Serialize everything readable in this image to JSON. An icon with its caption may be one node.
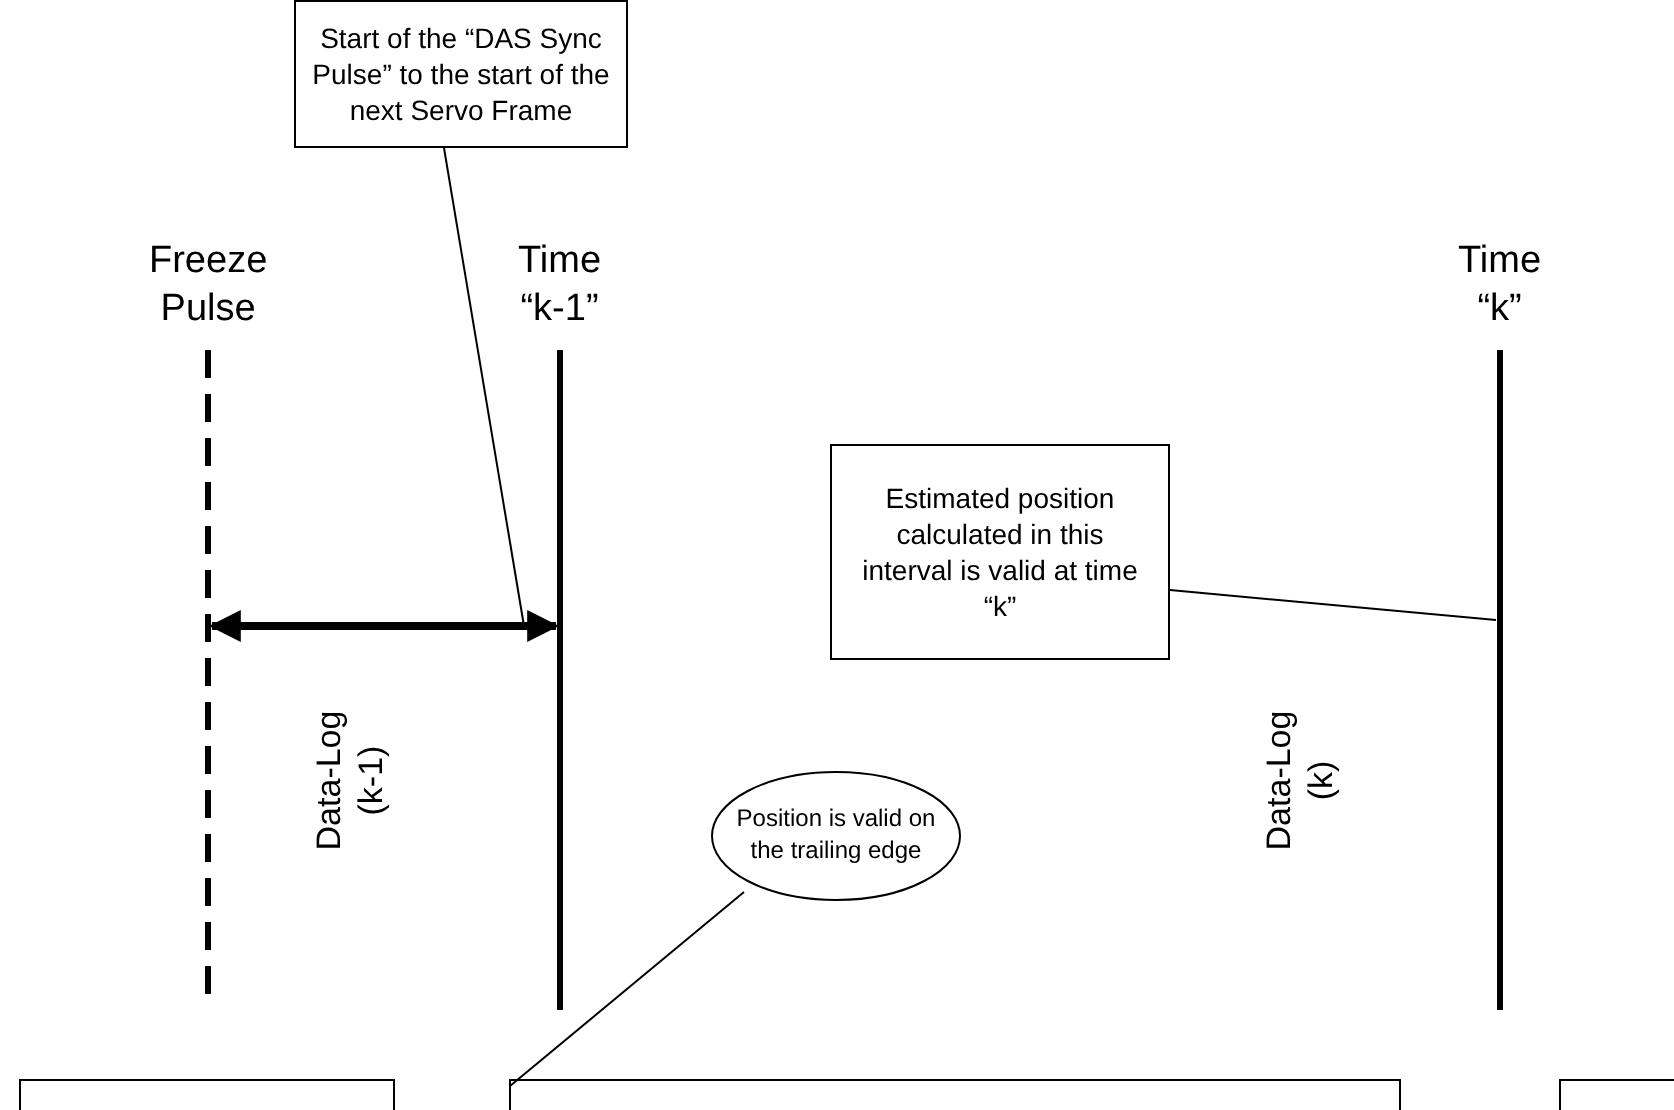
{
  "diagram": {
    "nodes": [
      {
        "text": [
          "Start of the “DAS Sync Pulse” to the start of the next Servo Frame"
        ]
      },
      {
        "text": [],
        "shape": "bar",
        "beside": [
          "Freeze Pulse"
        ]
      },
      {
        "text": [],
        "shape": "bar",
        "beside": [
          "Time “k-1”"
        ]
      },
      {
        "text": [],
        "shape": "bar",
        "beside": [
          "Time “k”"
        ]
      },
      {
        "text": [
          "Estimated position calculated in this interval is valid at time “k”"
        ]
      },
      {
        "text": [
          "Position is valid on the trailing edge"
        ]
      }
    ],
    "edges": [
      {
        "from": 1,
        "to": 2,
        "arrow": "both",
        "style": "thick"
      },
      {
        "from": 0,
        "to": null,
        "arrow": "none"
      },
      {
        "from": 4,
        "to": 3,
        "arrow": "none"
      },
      {
        "from": 5,
        "to": null,
        "arrow": "none"
      }
    ],
    "labels": [
      "Data-Log (k-1)",
      "Data-Log (k)"
    ]
  }
}
